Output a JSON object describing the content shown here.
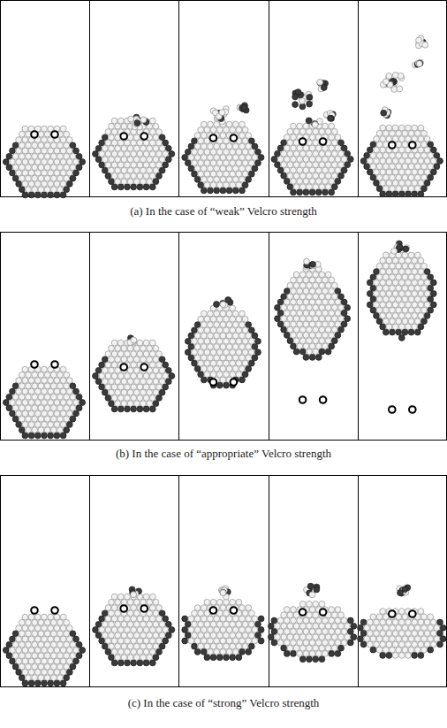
{
  "diagram": {
    "labels": [
      "(a) In the case of “weak” Velcro strength",
      "(b) In the case of “appropriate” Velcro strength",
      "(c) In the case of “strong” Velcro strength"
    ]
  }
}
